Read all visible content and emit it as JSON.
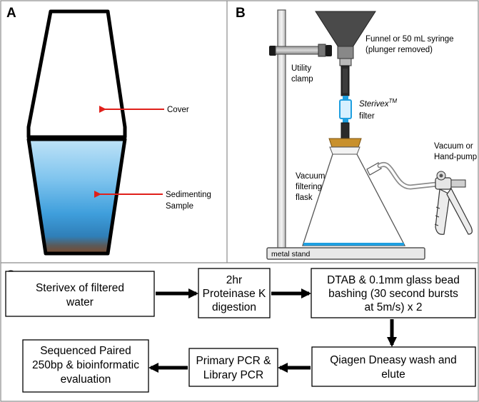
{
  "panel_a": {
    "letter": "A",
    "cover_label": "Cover",
    "sample_label_line1": "Sedimenting",
    "sample_label_line2": "Sample"
  },
  "panel_b": {
    "letter": "B",
    "funnel_label_line1": "Funnel or 50 mL syringe",
    "funnel_label_line2": "(plunger removed)",
    "clamp_label_line1": "Utility",
    "clamp_label_line2": "clamp",
    "sterivex_label": "Sterivex",
    "sterivex_superscript": "TM",
    "filter_label": "filter",
    "flask_label_line1": "Vacuum",
    "flask_label_line2": "filtering",
    "flask_label_line3": "flask",
    "pump_label_line1": "Vacuum or",
    "pump_label_line2": "Hand-pump",
    "stand_label": "metal stand"
  },
  "panel_c": {
    "letter": "C",
    "steps": [
      {
        "line1": "Sterivex of filtered",
        "line2": "water"
      },
      {
        "line1": "2hr",
        "line2": "Proteinase K",
        "line3": "digestion"
      },
      {
        "line1": "DTAB & 0.1mm glass bead",
        "line2": "bashing (30 second bursts",
        "line3": "at 5m/s) x 2"
      },
      {
        "line1": "Qiagen Dneasy wash and",
        "line2": "elute"
      },
      {
        "line1": "Primary PCR &",
        "line2": "Library PCR"
      },
      {
        "line1": "Sequenced Paired",
        "line2": "250bp & bioinformatic",
        "line3": "evaluation"
      }
    ]
  },
  "colors": {
    "arrow_red": "#e0201b",
    "tube_blue": "#1f9fe0",
    "stopper_orange": "#c8902c",
    "funnel_gray": "#4a4a4a",
    "sediment_brown": "#7b4a2c"
  }
}
